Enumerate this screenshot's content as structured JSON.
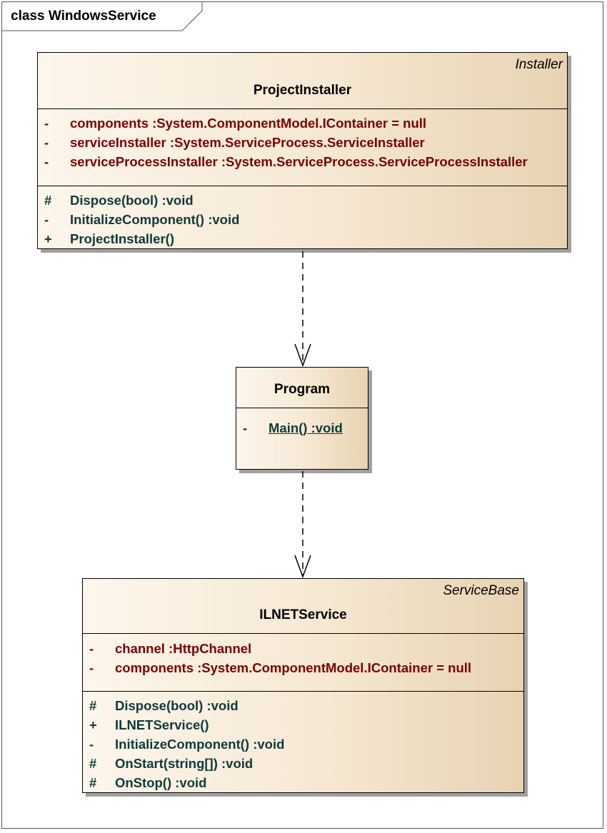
{
  "frame": {
    "title": "class WindowsService"
  },
  "classes": {
    "project_installer": {
      "stereotype": "Installer",
      "name": "ProjectInstaller",
      "attributes": [
        {
          "vis": "-",
          "text": "components :System.ComponentModel.IContainer = null"
        },
        {
          "vis": "-",
          "text": "serviceInstaller :System.ServiceProcess.ServiceInstaller"
        },
        {
          "vis": "-",
          "text": "serviceProcessInstaller :System.ServiceProcess.ServiceProcessInstaller"
        }
      ],
      "operations": [
        {
          "vis": "#",
          "text": "Dispose(bool) :void"
        },
        {
          "vis": "-",
          "text": "InitializeComponent() :void"
        },
        {
          "vis": "+",
          "text": "ProjectInstaller()"
        }
      ]
    },
    "program": {
      "name": "Program",
      "operations": [
        {
          "vis": "-",
          "text": "Main() :void"
        }
      ]
    },
    "ilnet_service": {
      "stereotype": "ServiceBase",
      "name": "ILNETService",
      "attributes": [
        {
          "vis": "-",
          "text": "channel :HttpChannel"
        },
        {
          "vis": "-",
          "text": "components :System.ComponentModel.IContainer = null"
        }
      ],
      "operations": [
        {
          "vis": "#",
          "text": "Dispose(bool) :void"
        },
        {
          "vis": "+",
          "text": "ILNETService()"
        },
        {
          "vis": "-",
          "text": "InitializeComponent() :void"
        },
        {
          "vis": "#",
          "text": "OnStart(string[]) :void"
        },
        {
          "vis": "#",
          "text": "OnStop() :void"
        }
      ]
    }
  },
  "colors": {
    "attribute": "#7a0000",
    "operation": "#0f3b3b",
    "gradient_end": "#e8d2b2"
  }
}
